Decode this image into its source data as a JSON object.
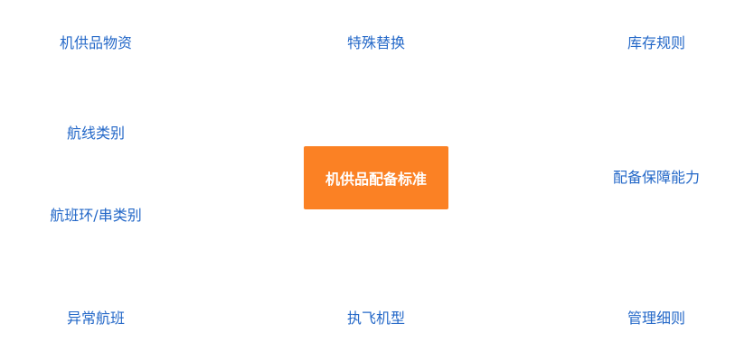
{
  "center": {
    "label": "机供品配备标准",
    "color": "#fb8124"
  },
  "nodes": {
    "top_left": "机供品物资",
    "top_center": "特殊替换",
    "top_right": "库存规则",
    "mid_left_1": "航线类别",
    "mid_left_2": "航班环/串类别",
    "mid_right": "配备保障能力",
    "bottom_left": "异常航班",
    "bottom_center": "执飞机型",
    "bottom_right": "管理细则"
  },
  "colors": {
    "node_text": "#2468c8",
    "center_bg": "#fb8124",
    "center_text": "#ffffff"
  }
}
